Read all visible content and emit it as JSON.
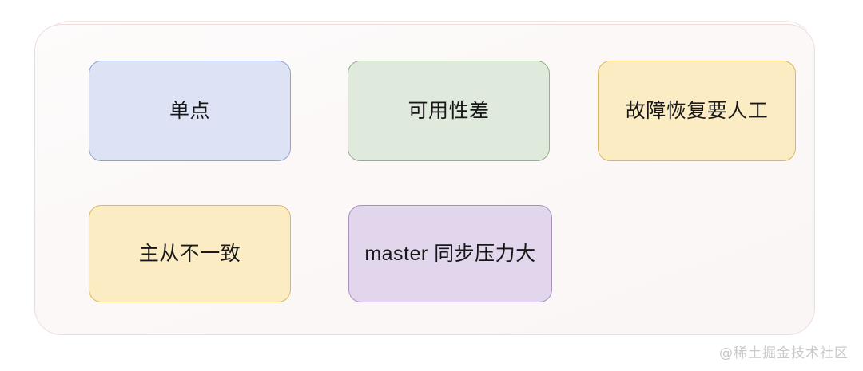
{
  "diagram": {
    "title": "",
    "container": {
      "name": "problem-group-container",
      "fill": "#fbf7f7",
      "border_color": "#ecdcdc"
    },
    "nodes": [
      {
        "id": "single-point",
        "label": "单点",
        "color_name": "blue",
        "fill": "#dde3f5",
        "stroke": "#8fa4cc",
        "row": 1,
        "column": 1
      },
      {
        "id": "low-availability",
        "label": "可用性差",
        "color_name": "green",
        "fill": "#dfeadc",
        "stroke": "#93b089",
        "row": 1,
        "column": 2
      },
      {
        "id": "manual-recovery",
        "label": "故障恢复要人工",
        "color_name": "yellow",
        "fill": "#fcecc4",
        "stroke": "#d9b95e",
        "row": 1,
        "column": 3
      },
      {
        "id": "inconsistency",
        "label": "主从不一致",
        "color_name": "yellow",
        "fill": "#fcecc4",
        "stroke": "#d9b95e",
        "row": 2,
        "column": 1
      },
      {
        "id": "master-pressure",
        "label": "master 同步压力大",
        "color_name": "purple",
        "fill": "#e2d6ec",
        "stroke": "#a98fbe",
        "row": 2,
        "column": 2
      }
    ]
  },
  "watermark": {
    "text": "@稀土掘金技术社区",
    "color": "#c9c9c9"
  }
}
